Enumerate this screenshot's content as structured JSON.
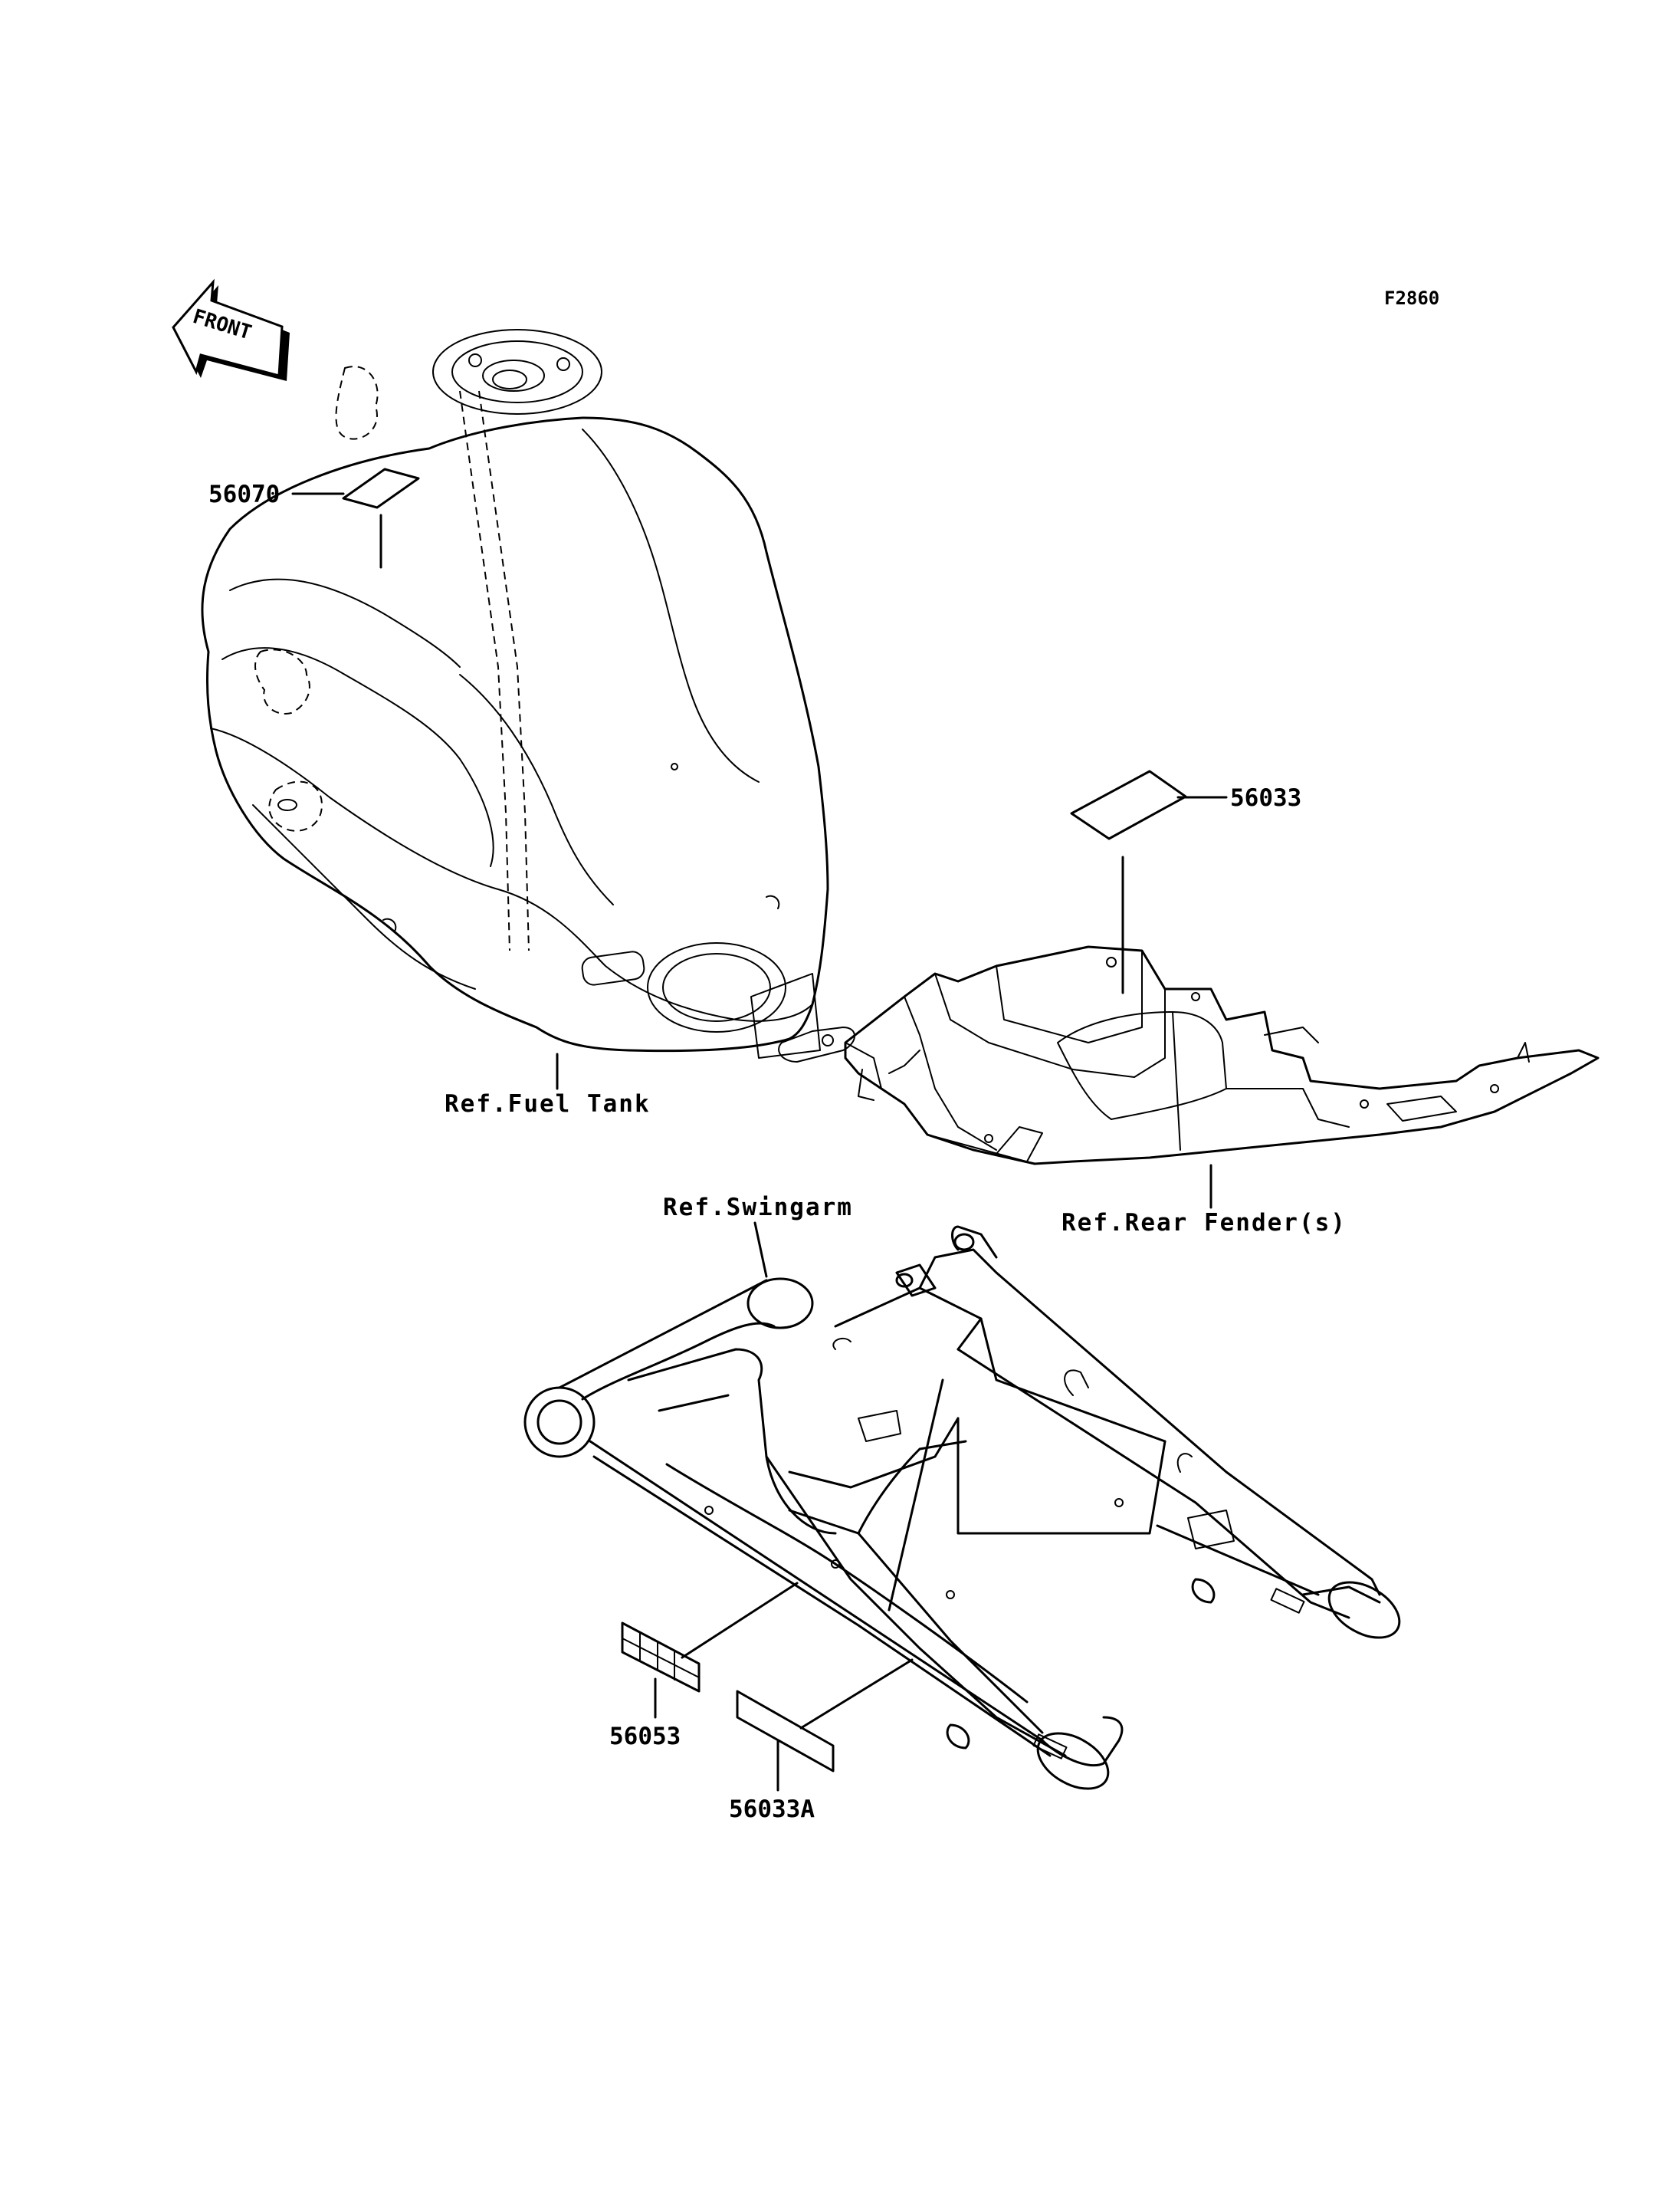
{
  "figure_code": "F2860",
  "front_arrow": {
    "label": "FRONT"
  },
  "part_numbers": {
    "p56070": "56070",
    "p56033": "56033",
    "p56053": "56053",
    "p56033A": "56033A"
  },
  "references": {
    "fuel_tank": "Ref.Fuel Tank",
    "rear_fender": "Ref.Rear Fender(s)",
    "swingarm": "Ref.Swingarm"
  }
}
